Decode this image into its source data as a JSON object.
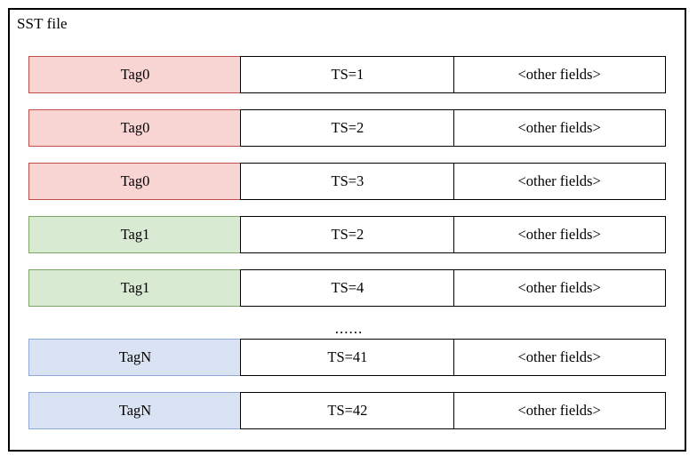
{
  "diagram": {
    "frame": {
      "title": "SST file",
      "border_color": "#000000",
      "background": "#ffffff"
    },
    "columns": [
      "tag",
      "timestamp",
      "other"
    ],
    "palette": {
      "tag0_fill": "#F8D5D3",
      "tag0_border": "#C0504D",
      "tag1_fill": "#D9EAD3",
      "tag1_border": "#7FA66A",
      "tagN_fill": "#DAE3F3",
      "tagN_border": "#8EAADB",
      "cell_border": "#000000"
    },
    "ellipsis": "......",
    "rows": [
      {
        "tag": "Tag0",
        "ts": "TS=1",
        "other": "<other fields>",
        "color": "pink"
      },
      {
        "tag": "Tag0",
        "ts": "TS=2",
        "other": "<other fields>",
        "color": "pink"
      },
      {
        "tag": "Tag0",
        "ts": "TS=3",
        "other": "<other fields>",
        "color": "pink"
      },
      {
        "tag": "Tag1",
        "ts": "TS=2",
        "other": "<other fields>",
        "color": "green"
      },
      {
        "tag": "Tag1",
        "ts": "TS=4",
        "other": "<other fields>",
        "color": "green"
      },
      {
        "tag": "TagN",
        "ts": "TS=41",
        "other": "<other fields>",
        "color": "blue"
      },
      {
        "tag": "TagN",
        "ts": "TS=42",
        "other": "<other fields>",
        "color": "blue"
      }
    ]
  }
}
